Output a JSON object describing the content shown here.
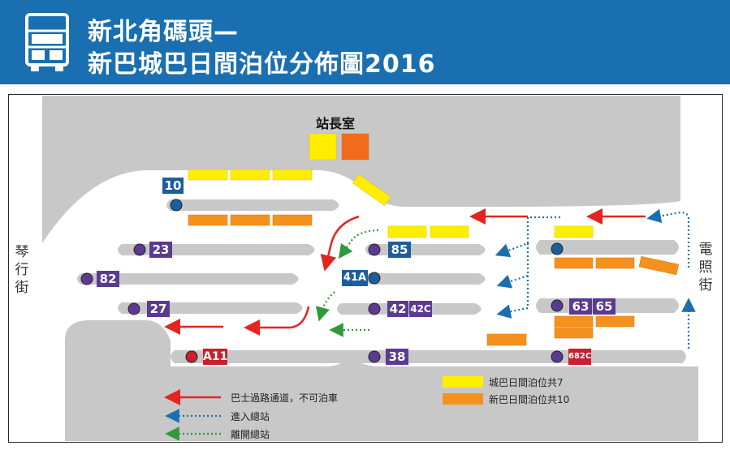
{
  "header": {
    "title_line1": "新北角碼頭—",
    "title_line2": "新巴城巴日間泊位分佈圖2016",
    "bg_color": "#1a6fb0",
    "icon": "bus-icon"
  },
  "labels": {
    "office": "站長室",
    "left_street": "琴行街",
    "right_street": "電照街"
  },
  "routes": [
    {
      "id": "10",
      "color": "#1b5e9e"
    },
    {
      "id": "23",
      "color": "#5b3a92"
    },
    {
      "id": "82",
      "color": "#5b3a92"
    },
    {
      "id": "27",
      "color": "#5b3a92"
    },
    {
      "id": "85",
      "color": "#1b5e9e"
    },
    {
      "id": "41A",
      "color": "#1b5e9e"
    },
    {
      "id": "42",
      "color": "#5b3a92"
    },
    {
      "id": "42C",
      "color": "#5b3a92"
    },
    {
      "id": "63",
      "color": "#5b3a92"
    },
    {
      "id": "65",
      "color": "#5b3a92"
    },
    {
      "id": "A11",
      "color": "#c8202f"
    },
    {
      "id": "38",
      "color": "#5b3a92"
    },
    {
      "id": "682C",
      "color": "#c8202f"
    }
  ],
  "legend": {
    "citybus_bays": "城巴日間泊位共7",
    "nwfb_bays": "新巴日間泊位共10",
    "red_arrow": "巴士過路通道，不可泊車",
    "blue_arrow": "進入總站",
    "green_arrow": "離開總站"
  },
  "colors": {
    "citybus": "#ffee00",
    "nwfb": "#f5921e",
    "office_orange": "#f26b1d",
    "platform": "#c8c8c8",
    "red": "#e32420",
    "blue": "#1a6fb0",
    "green": "#2e9a3a"
  }
}
